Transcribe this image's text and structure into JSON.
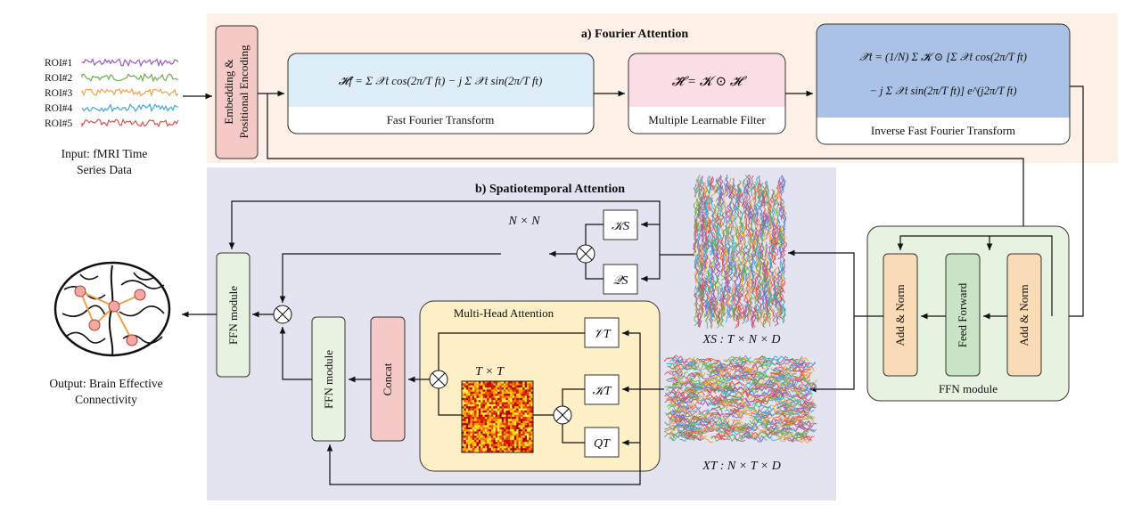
{
  "input": {
    "rois": [
      {
        "label": "ROI#1",
        "color": "#9b59b6"
      },
      {
        "label": "ROI#2",
        "color": "#6ab04c"
      },
      {
        "label": "ROI#3",
        "color": "#f0a04b"
      },
      {
        "label": "ROI#4",
        "color": "#3fa9d8"
      },
      {
        "label": "ROI#5",
        "color": "#d9534f"
      }
    ],
    "caption_line1": "Input: fMRI Time",
    "caption_line2": "Series Data"
  },
  "embedding": {
    "line1": "Embedding &",
    "line2": "Positional Encoding"
  },
  "fourier": {
    "title": "a) Fourier Attention",
    "fft": {
      "formula": "𝓗f = Σ 𝒳t cos(2π/T ft) − j Σ 𝒳t sin(2π/T ft)",
      "label": "Fast Fourier Transform"
    },
    "filter": {
      "formula": "𝓗̃ = 𝓚 ⊙ 𝓗",
      "label": "Multiple Learnable Filter"
    },
    "ifft": {
      "formula_line1": "𝒳̃t = (1/N) Σ 𝓚 ⊙ [Σ 𝒳t cos(2π/T ft)",
      "formula_line2": "− j Σ 𝒳t sin(2π/T ft)] e^(j2π/T ft)",
      "label": "Inverse Fast Fourier Transform"
    }
  },
  "spatiotemporal": {
    "title": "b) Spatiotemporal Attention",
    "nxn_label": "N × N",
    "ks": "𝒦S",
    "qs": "𝒬S",
    "ffn_left": "FFN module",
    "ffn_inner": "FFN module",
    "concat": "Concat",
    "mha_title": "Multi-Head Attention",
    "vt": "𝒱T",
    "kt": "𝒦T",
    "qt": "QT",
    "txt_label": "T × T",
    "xs_label": "XS : T × N × D",
    "xt_label": "XT : N × T × D"
  },
  "ffn_module": {
    "add_norm_1": "Add & Norm",
    "feed_forward": "Feed Forward",
    "add_norm_2": "Add & Norm",
    "label": "FFN module"
  },
  "output": {
    "caption_line1": "Output: Brain Effective",
    "caption_line2": "Connectivity"
  },
  "colors": {
    "fourier_bg": "#fdf1e7",
    "spatio_bg": "#e4e3f0",
    "fft_box": "#deeef8",
    "filter_box": "#fbdde6",
    "ifft_box": "#a9c2e6",
    "embed_box": "#f4c9c6",
    "ffn_box": "#e8f2e0",
    "addnorm_box": "#f9dcb5",
    "feedfwd_box": "#c9e4c5",
    "concat_box": "#f4c9c6",
    "mha_box": "#fdf0c6"
  }
}
